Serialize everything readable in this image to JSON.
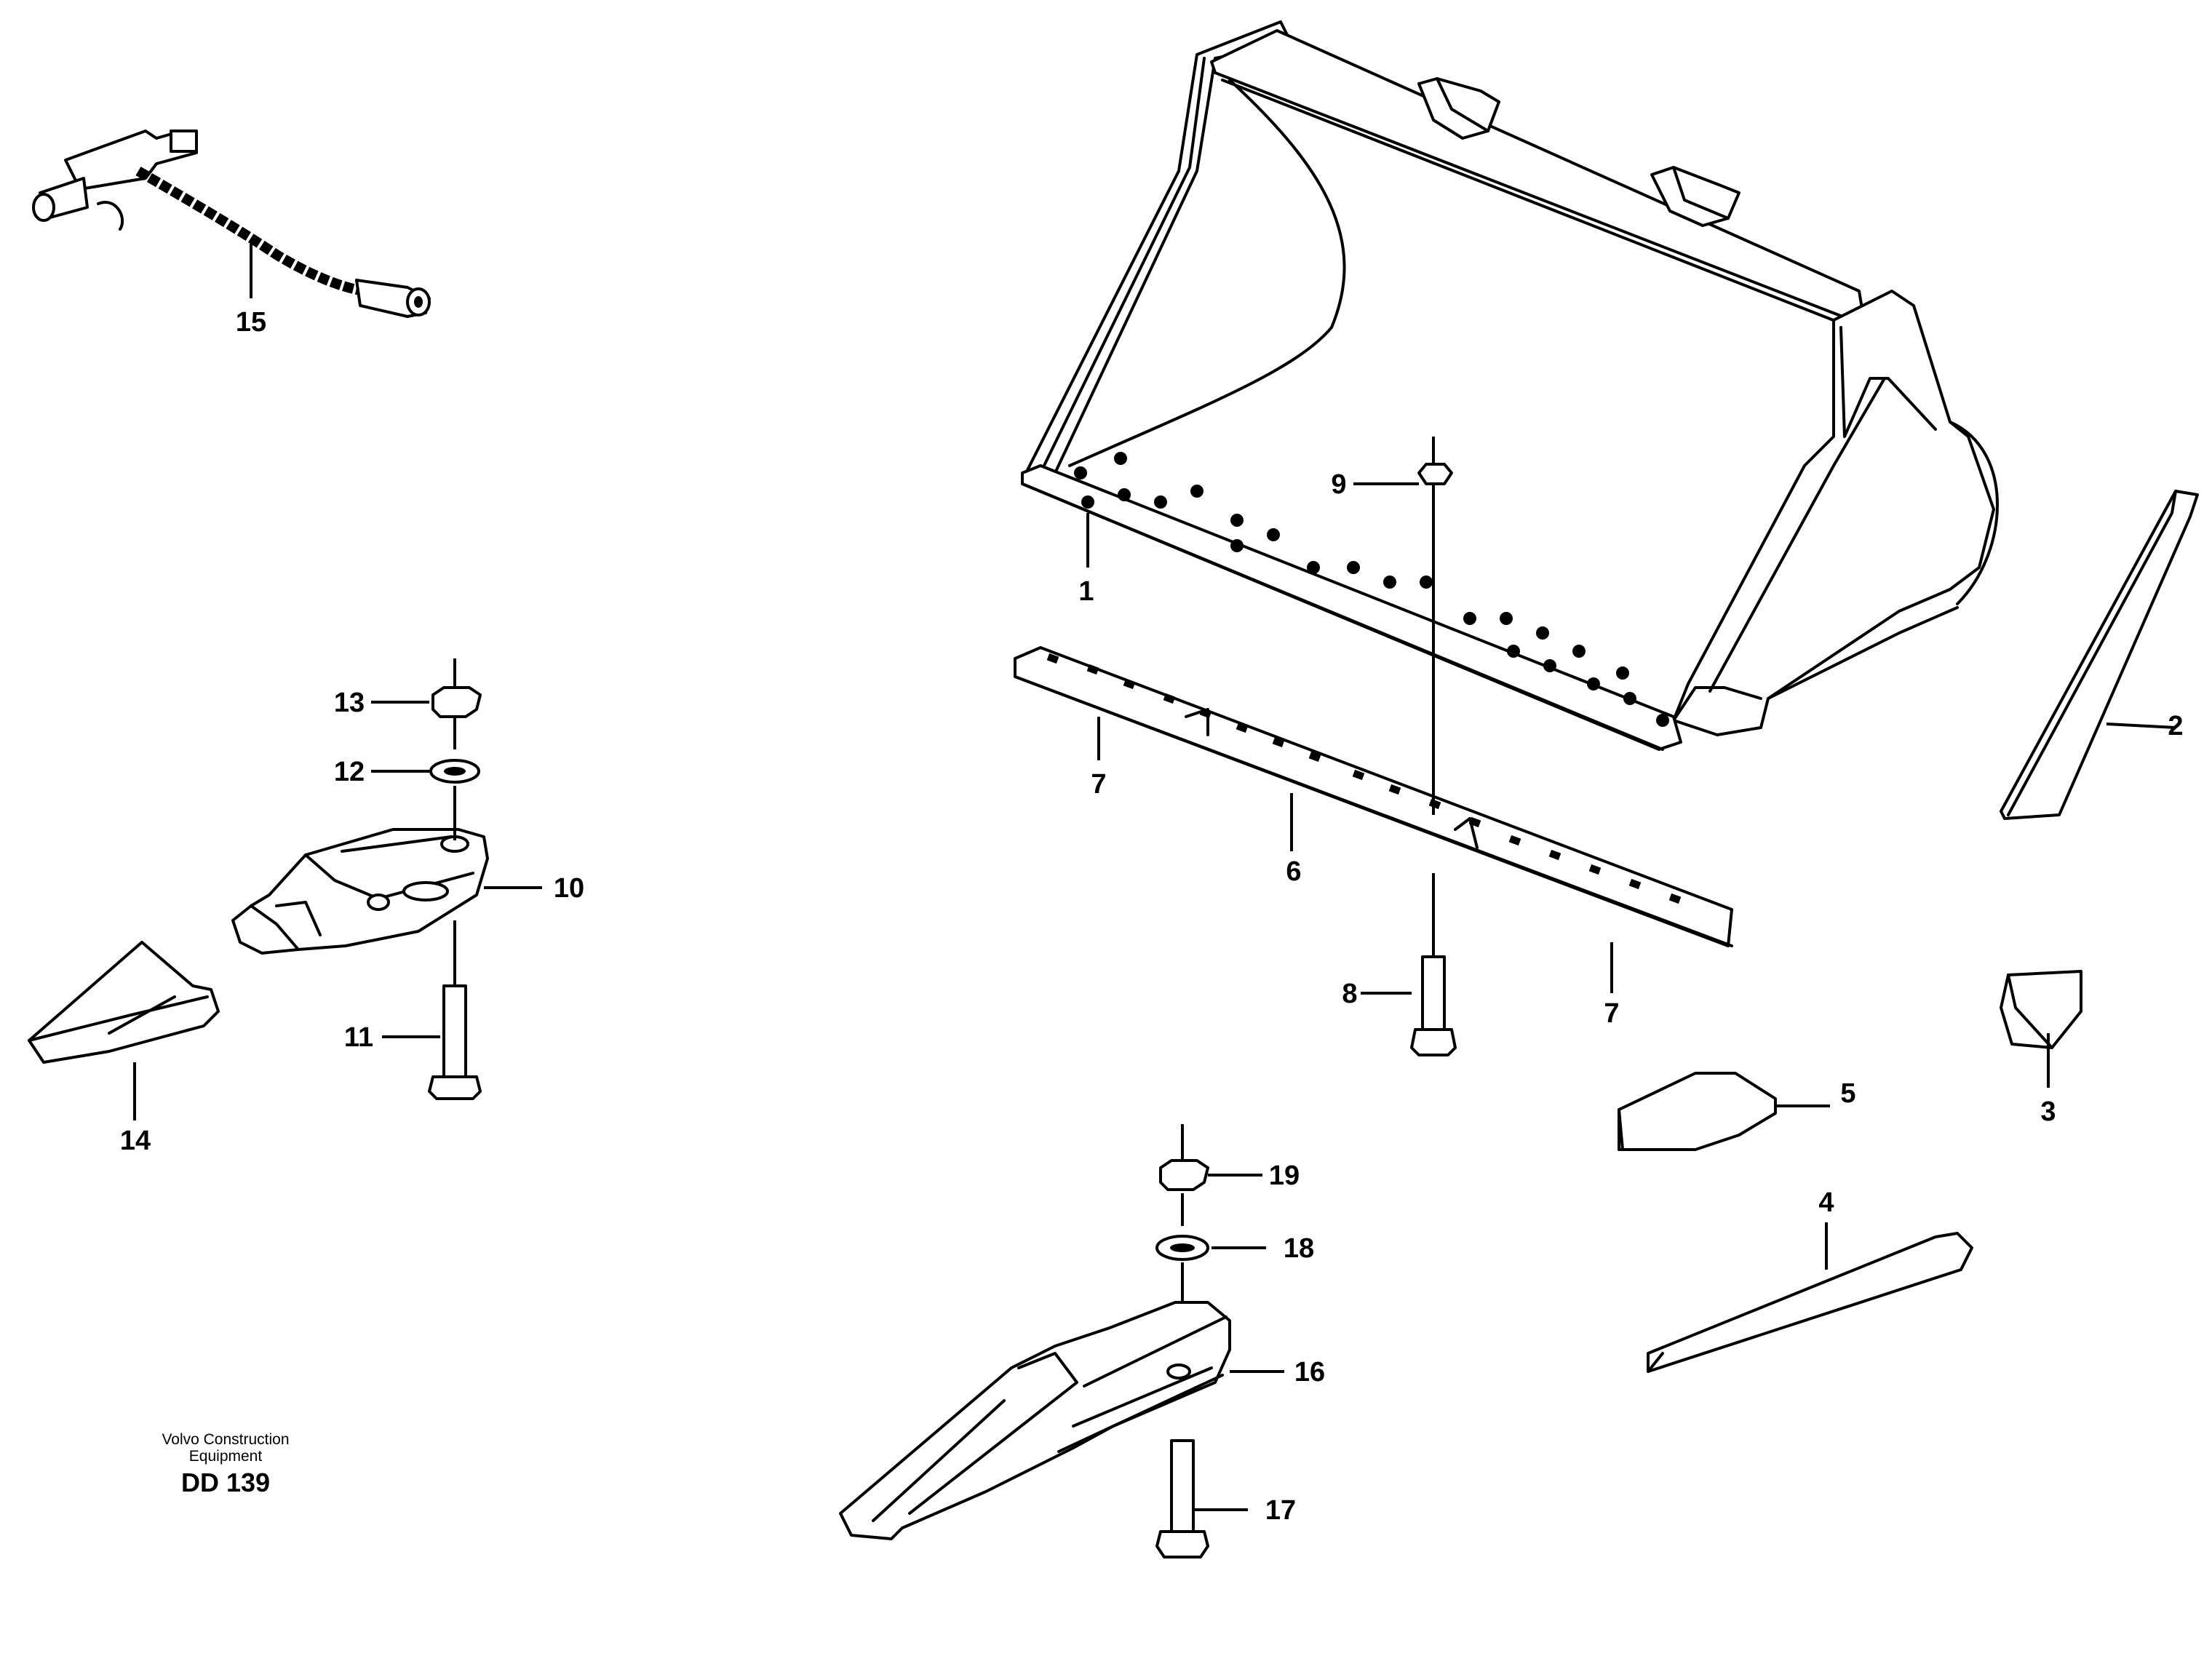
{
  "caption": {
    "line1": "Volvo Construction",
    "line2": "Equipment",
    "code": "DD 139"
  },
  "callouts": [
    "1",
    "2",
    "3",
    "4",
    "5",
    "6",
    "7",
    "7",
    "8",
    "9",
    "10",
    "11",
    "12",
    "13",
    "14",
    "15",
    "16",
    "17",
    "18",
    "19"
  ]
}
